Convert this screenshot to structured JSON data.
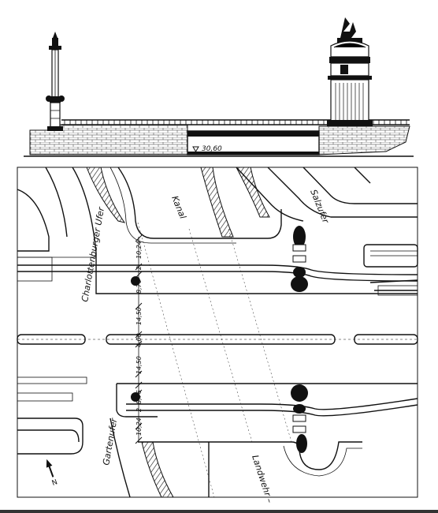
{
  "elevation": {
    "level_label": "30,60"
  },
  "plan": {
    "street_labels": {
      "charlottenburger_ufer": "Charlottenburger Ufer",
      "gartenufer": "Gartenufer",
      "salzufer": "Salzufer",
      "kanal": "Kanal",
      "landwehr": "Landwehr –"
    },
    "dimensions": [
      "10,24",
      "8,76",
      "14,50",
      "4,00",
      "14,50",
      "8,76",
      "10,24"
    ],
    "dimension_separators": [
      "2",
      "2"
    ],
    "north_arrow_label": "N"
  },
  "colors": {
    "ink": "#111111",
    "paper": "#ffffff"
  }
}
